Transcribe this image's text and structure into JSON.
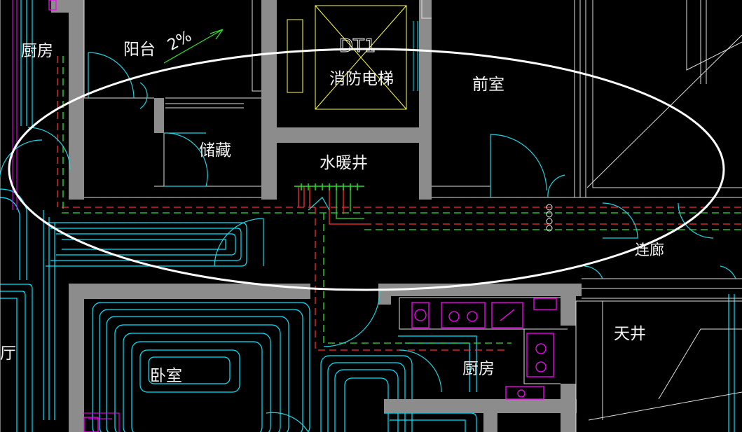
{
  "labels": {
    "kitchen_tl": "厨房",
    "balcony": "阳台",
    "slope": "2%",
    "elevator_code": "DT1",
    "elevator": "消防电梯",
    "vestibule": "前室",
    "storage": "储藏",
    "shaft": "水暖井",
    "corridor": "连廊",
    "bedroom": "卧室",
    "kitchen_bottom": "厨房",
    "lightwell": "天井",
    "hall_fragment": "厅"
  },
  "colors": {
    "background": "#000000",
    "wall": "#8c8c8c",
    "heating": "#00e5ff",
    "door": "#20d4e0",
    "pipe_red": "#ff3030",
    "pipe_green": "#30e030",
    "furniture": "#ff00ff",
    "highlight": "#ffffff",
    "column": "#ffff40",
    "text": "#f2f2f2"
  }
}
